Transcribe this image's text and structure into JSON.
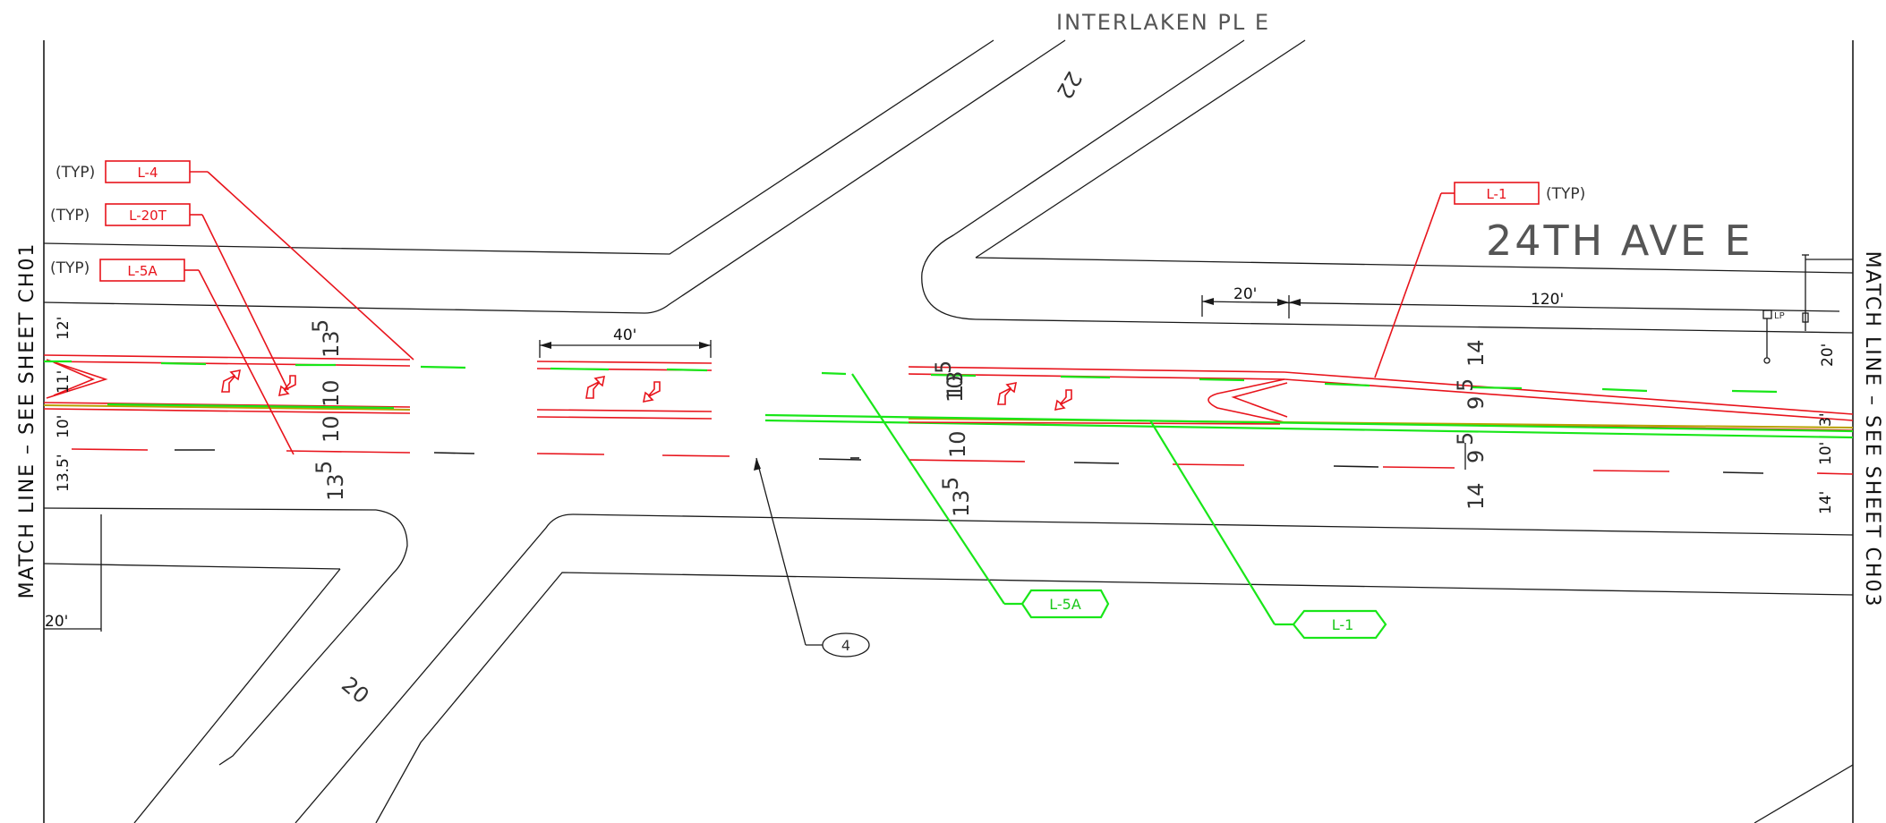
{
  "colors": {
    "linework": "#1a1a1a",
    "striping_red": "#e8141c",
    "striping_green": "#19e619",
    "yellow_line": "#b8a000",
    "background": "#ffffff"
  },
  "streets": {
    "north": "INTERLAKEN PL E",
    "main": "24TH AVE E"
  },
  "match_lines": {
    "left": "MATCH LINE  –  SEE SHEET CH01",
    "right": "MATCH LINE  –  SEE SHEET CH03"
  },
  "callouts_red": [
    {
      "label": "L-4",
      "note": "(TYP)"
    },
    {
      "label": "L-20T",
      "note": "(TYP)"
    },
    {
      "label": "L-5A",
      "note": "(TYP)"
    },
    {
      "label": "L-1",
      "note": "(TYP)"
    }
  ],
  "callouts_green": [
    {
      "label": "L-5A"
    },
    {
      "label": "L-1"
    }
  ],
  "keynote": "4",
  "dimensions": {
    "d40": "40'",
    "d20": "20'",
    "d120": "120'",
    "left_12": "12'",
    "left_11": "11'",
    "left_10": "10'",
    "left_13_5": "13.5'",
    "left_20": "20'",
    "right_20": "20'",
    "right_3": "3'",
    "right_10": "10'",
    "right_14": "14'"
  },
  "lane_widths": {
    "w13_5": "13",
    "w10": "10",
    "w14": "14",
    "w9_5": "9",
    "sup5": "5"
  },
  "road_widths": {
    "north_leg": "22",
    "south_leg": "20"
  },
  "symbols": {
    "luminaire_pole": "LP"
  }
}
